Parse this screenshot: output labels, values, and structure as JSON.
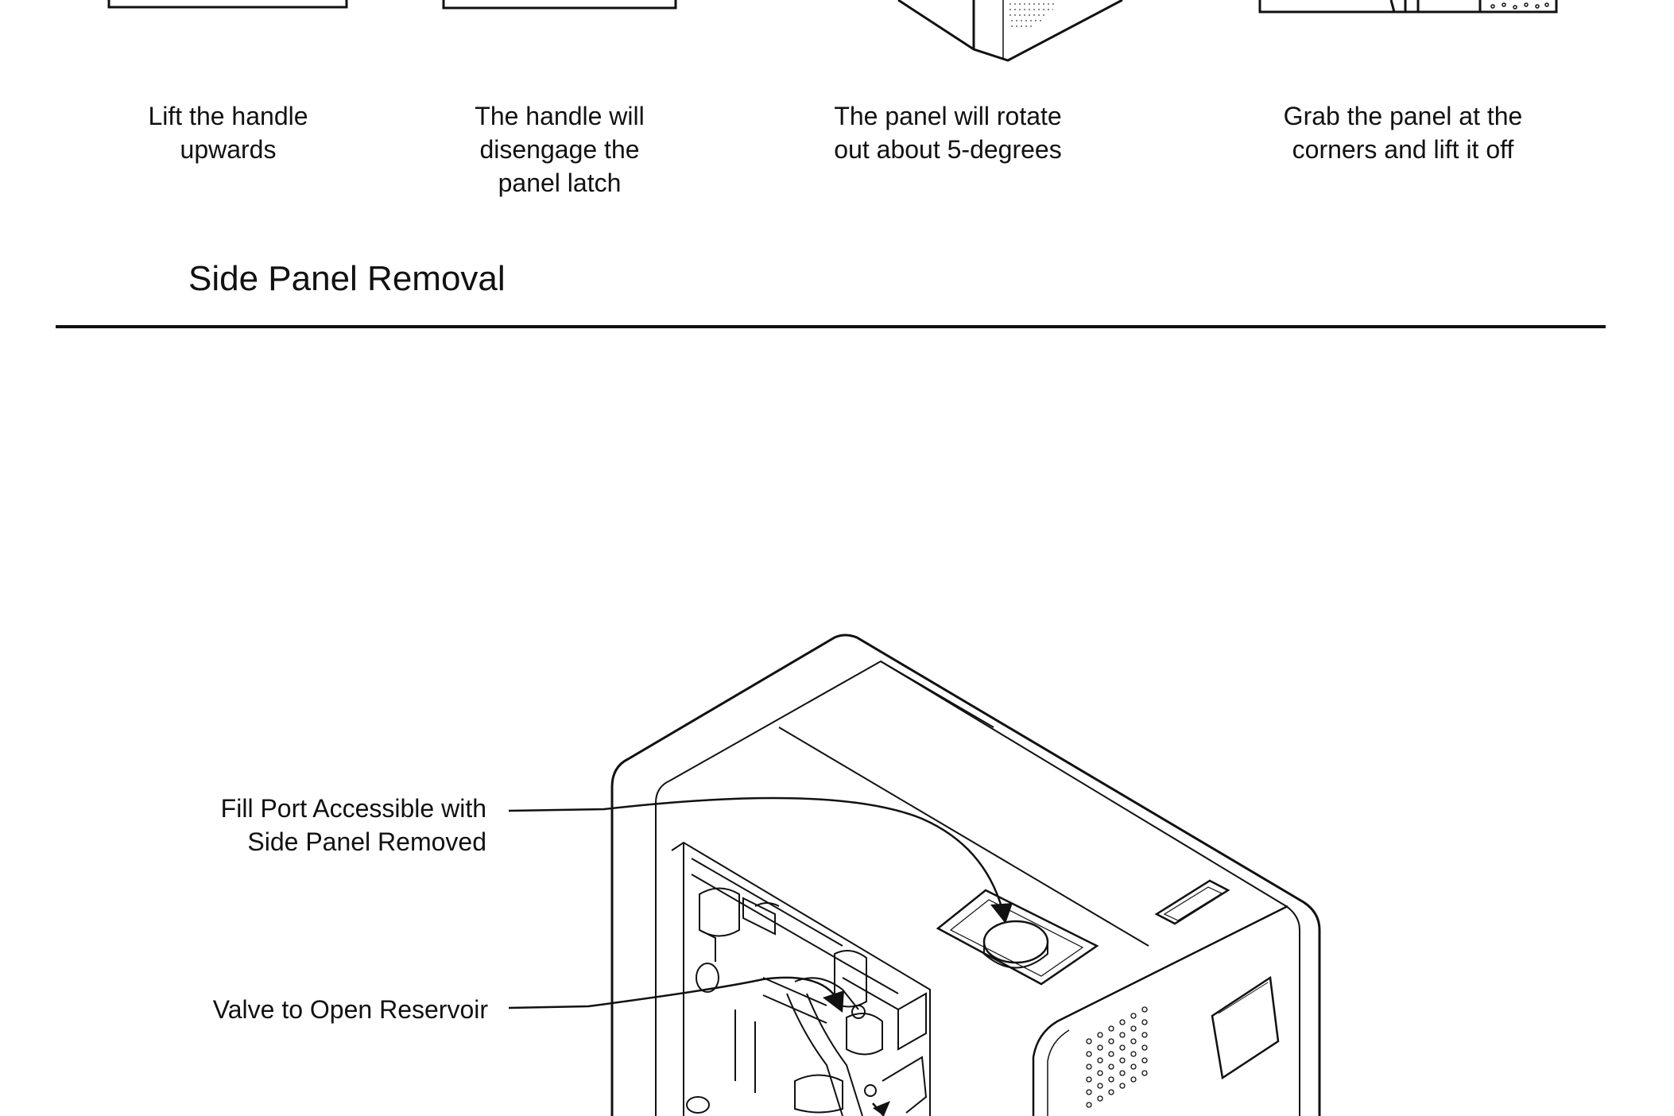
{
  "steps": [
    {
      "caption": "Lift the handle\nupwards"
    },
    {
      "caption": "The handle will\ndisengage the\npanel latch"
    },
    {
      "caption": "The panel will rotate\nout about 5-degrees"
    },
    {
      "caption": "Grab the panel at the\ncorners and lift it off"
    }
  ],
  "section_title": "Side Panel Removal",
  "callouts": {
    "fill_port": "Fill Port Accessible with\nSide Panel Removed",
    "valve": "Valve to Open Reservoir"
  }
}
